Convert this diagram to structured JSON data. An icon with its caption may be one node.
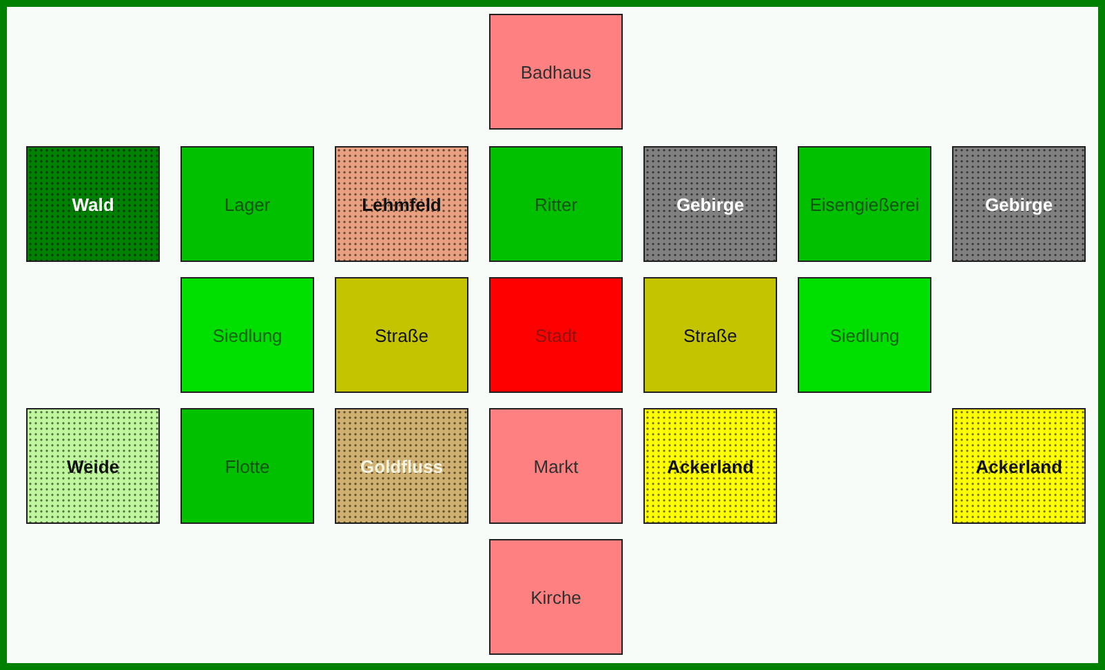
{
  "diagram": {
    "nodes": [
      {
        "text": [
          "Badhaus"
        ]
      },
      {
        "text": [
          "Wald"
        ]
      },
      {
        "text": [
          "Lager"
        ]
      },
      {
        "text": [
          "Lehmfeld"
        ]
      },
      {
        "text": [
          "Ritter"
        ]
      },
      {
        "text": [
          "Gebirge"
        ]
      },
      {
        "text": [
          "Eisengießerei"
        ]
      },
      {
        "text": [
          "Gebirge"
        ]
      },
      {
        "text": [
          "Siedlung"
        ]
      },
      {
        "text": [
          "Straße"
        ]
      },
      {
        "text": [
          "Stadt"
        ]
      },
      {
        "text": [
          "Straße"
        ]
      },
      {
        "text": [
          "Siedlung"
        ]
      },
      {
        "text": [
          "Weide"
        ]
      },
      {
        "text": [
          "Flotte"
        ]
      },
      {
        "text": [
          "Goldfluss"
        ]
      },
      {
        "text": [
          "Markt"
        ]
      },
      {
        "text": [
          "Ackerland"
        ]
      },
      {
        "text": [
          "Ackerland"
        ]
      },
      {
        "text": [
          "Kirche"
        ]
      }
    ]
  }
}
